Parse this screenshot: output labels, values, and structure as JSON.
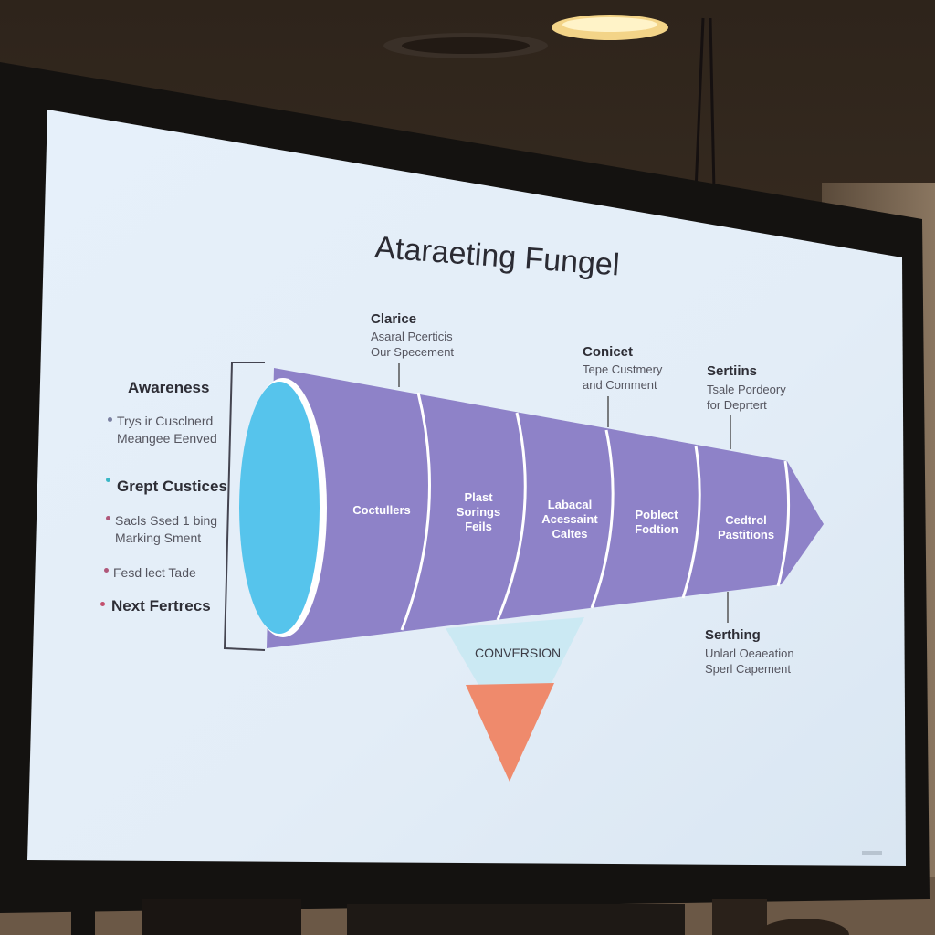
{
  "slide": {
    "title": "Ataraeting Fungel",
    "awareness_heading": "Awareness",
    "side_items": [
      {
        "text": "Trys ir Cusclnerd\nMeangee Eenved",
        "bullet_color": "#7a7fa0",
        "strong": false
      },
      {
        "text": "Grept Custices",
        "bullet_color": "#3ab7c6",
        "strong": true
      },
      {
        "text": "Sacls Ssed 1 bing\nMarking Sment",
        "bullet_color": "#b0577a",
        "strong": false
      },
      {
        "text": "Fesd lect Tade",
        "bullet_color": "#b0577a",
        "strong": false
      },
      {
        "text": "Next Fertrecs",
        "bullet_color": "#c3506e",
        "strong": true
      }
    ],
    "stage_headers": [
      {
        "title": "Clarice",
        "subtitle": "Asaral Pcerticis\nOur Specement"
      },
      {
        "title": "Conicet",
        "subtitle": "Tepe Custmery\nand Comment"
      },
      {
        "title": "Sertiins",
        "subtitle": "Tsale Pordeory\nfor Deprtert"
      },
      {
        "title": "Serthing",
        "subtitle": "Unlarl Oeaeation\nSperl Capement"
      }
    ],
    "segments": [
      "Coctullers",
      "Plast\nSorings\nFeils",
      "Labacal\nAcessaint\nCaltes",
      "Poblect\nFodtion",
      "Cedtrol\nPastitions"
    ],
    "conversion_label": "CONVERSION",
    "colors": {
      "screen": "#e4eef8",
      "funnel": "#8e82c8",
      "funnel_edge": "#ffffff",
      "mouth": "#56c4ec",
      "conversion_band": "#cbe9f3",
      "conversion_tip": "#ef8a6c",
      "bezel": "#141210"
    }
  }
}
